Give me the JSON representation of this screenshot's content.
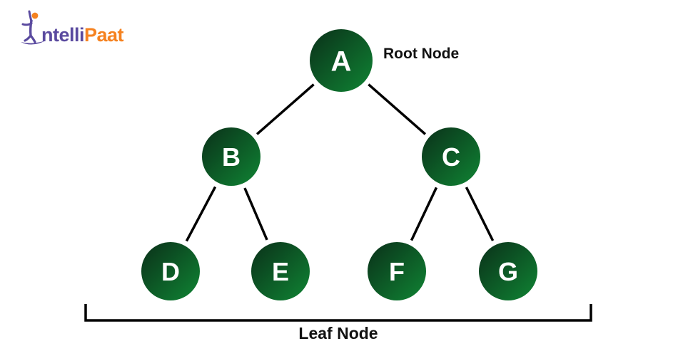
{
  "logo": {
    "brand_prefix": "ntelli",
    "brand_suffix": "Paat",
    "purple": "#5a4a9f",
    "orange": "#f58220"
  },
  "diagram": {
    "labels": {
      "root": "Root Node",
      "leaf": "Leaf Node"
    },
    "node_fill_dark": "#0a3019",
    "node_fill_light": "#108434",
    "node_text_color": "#ffffff",
    "edge_color": "#000000",
    "bracket_color": "#000000",
    "nodes": [
      {
        "id": "A",
        "label": "A",
        "role": "root"
      },
      {
        "id": "B",
        "label": "B",
        "role": "internal"
      },
      {
        "id": "C",
        "label": "C",
        "role": "internal"
      },
      {
        "id": "D",
        "label": "D",
        "role": "leaf"
      },
      {
        "id": "E",
        "label": "E",
        "role": "leaf"
      },
      {
        "id": "F",
        "label": "F",
        "role": "leaf"
      },
      {
        "id": "G",
        "label": "G",
        "role": "leaf"
      }
    ],
    "edges": [
      [
        "A",
        "B"
      ],
      [
        "A",
        "C"
      ],
      [
        "B",
        "D"
      ],
      [
        "B",
        "E"
      ],
      [
        "C",
        "F"
      ],
      [
        "C",
        "G"
      ]
    ]
  }
}
